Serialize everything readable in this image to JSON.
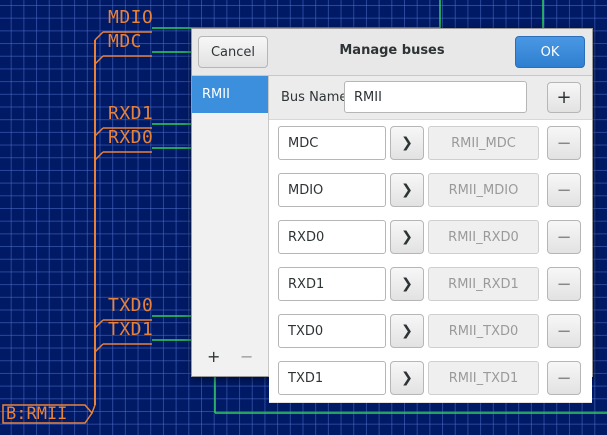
{
  "schematic": {
    "net_labels": [
      "MDIO",
      "MDC",
      "RXD1",
      "RXD0",
      "TXD0",
      "TXD1"
    ],
    "bus_label": "B:RMII",
    "colors": {
      "background": "#001a66",
      "grid": "#5060c0",
      "bus": "#e8823a",
      "wire": "#2fcf5a"
    }
  },
  "dialog": {
    "title": "Manage buses",
    "cancel_label": "Cancel",
    "ok_label": "OK",
    "sidebar": {
      "items": [
        {
          "label": "RMII"
        }
      ],
      "add_label": "+",
      "remove_label": "−"
    },
    "bus_name_label": "Bus Name",
    "bus_name_value": "RMII",
    "add_label": "+",
    "arrow_label": "❯",
    "remove_label": "−",
    "members": [
      {
        "name": "MDC",
        "target": "RMII_MDC"
      },
      {
        "name": "MDIO",
        "target": "RMII_MDIO"
      },
      {
        "name": "RXD0",
        "target": "RMII_RXD0"
      },
      {
        "name": "RXD1",
        "target": "RMII_RXD1"
      },
      {
        "name": "TXD0",
        "target": "RMII_TXD0"
      },
      {
        "name": "TXD1",
        "target": "RMII_TXD1"
      }
    ],
    "colors": {
      "accent": "#3b8fdc"
    }
  }
}
